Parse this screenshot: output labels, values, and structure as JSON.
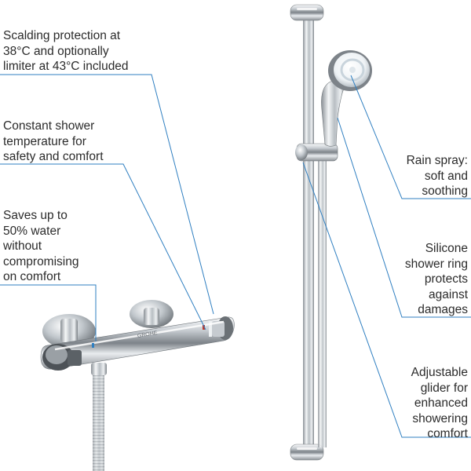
{
  "features": {
    "scalding": "Scalding protection at\n38°C and optionally\nlimiter at 43°C included",
    "constant_temp": "Constant shower\ntemperature for\nsafety and comfort",
    "water_saving": "Saves up to\n50% water\nwithout\ncompromising\non comfort",
    "rain_spray": "Rain spray:\nsoft and\nsoothing",
    "silicone_ring": "Silicone\nshower ring\nprotects\nagainst\ndamages",
    "glider": "Adjustable\nglider for\nenhanced\nshowering\ncomfort"
  },
  "brand_mark": "GROHE",
  "colors": {
    "leader_line": "#2f7fc1",
    "text": "#2b2b2b",
    "chrome_dark": "#6f7479",
    "chrome_light": "#f4f6f8"
  }
}
